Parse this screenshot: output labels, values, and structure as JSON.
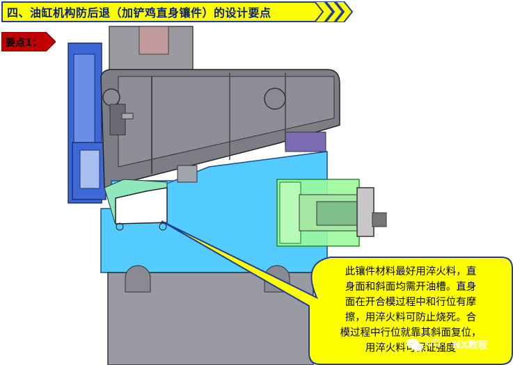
{
  "title": {
    "text": "四、油缸机构防后退（加铲鸡直身镶件）的设计要点"
  },
  "key_point": {
    "label": "要点1："
  },
  "callout": {
    "lines": [
      "此镶件材料最好用淬火料，直",
      "身面和斜面均需开油槽。直身",
      "面在开合模过程中和行位有摩",
      "擦，用淬火料可防止烧死。合",
      "模过程中行位就靠其斜面复位，",
      "用淬火料可保证强度"
    ]
  },
  "watermark": {
    "prefix": "UG",
    "name": "NX教程"
  },
  "colors": {
    "banner_fill": "#ffff00",
    "banner_border": "#1f3d99",
    "chevron": "#1f3d99",
    "key_label_fill": "#c00000",
    "callout_fill": "#ffff00",
    "slider_block": "#55ccff",
    "mold_gray": "#8a8a90",
    "cylinder_green": "#9dfa9d"
  }
}
